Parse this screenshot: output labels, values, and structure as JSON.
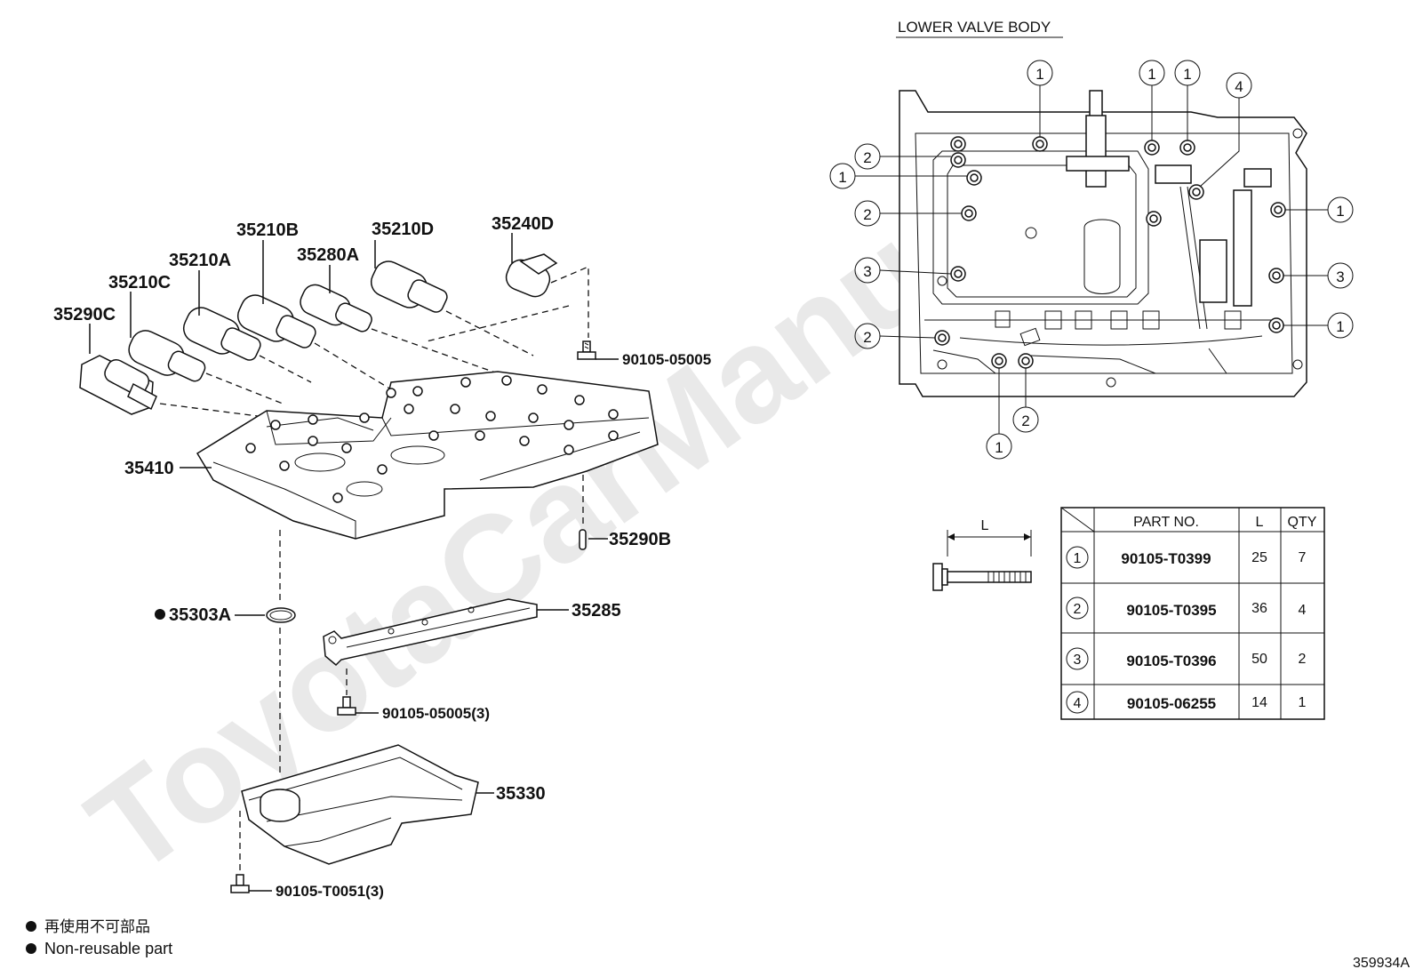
{
  "watermark": "ToyotaCarManual",
  "diagram_id": "359934A",
  "lower_title": "LOWER VALVE BODY",
  "parts": {
    "p35290C": "35290C",
    "p35210C": "35210C",
    "p35210A": "35210A",
    "p35210B": "35210B",
    "p35280A": "35280A",
    "p35210D": "35210D",
    "p35240D": "35240D",
    "p35410": "35410",
    "p35290B": "35290B",
    "p35303A": "35303A",
    "p35285": "35285",
    "p35330": "35330",
    "bolt1": "90105-05005",
    "bolt2": "90105-05005(3)",
    "bolt3": "90105-T0051(3)"
  },
  "legend": {
    "jp": "再使用不可部品",
    "en": "Non-reusable part"
  },
  "bolt_dimension": "L",
  "table": {
    "headers": [
      "PART NO.",
      "L",
      "QTY"
    ],
    "rows": [
      {
        "ref": "1",
        "part_no": "90105-T0399",
        "l": "25",
        "qty": "7"
      },
      {
        "ref": "2",
        "part_no": "90105-T0395",
        "l": "36",
        "qty": "4"
      },
      {
        "ref": "3",
        "part_no": "90105-T0396",
        "l": "50",
        "qty": "2"
      },
      {
        "ref": "4",
        "part_no": "90105-06255",
        "l": "14",
        "qty": "1"
      }
    ]
  },
  "callouts": {
    "c1": "1",
    "c2": "1",
    "c3": "1",
    "c4": "4",
    "c5": "2",
    "c6": "1",
    "c7": "2",
    "c8": "3",
    "c9": "2",
    "c10": "1",
    "c11": "3",
    "c12": "1",
    "c13": "2",
    "c14": "1"
  }
}
